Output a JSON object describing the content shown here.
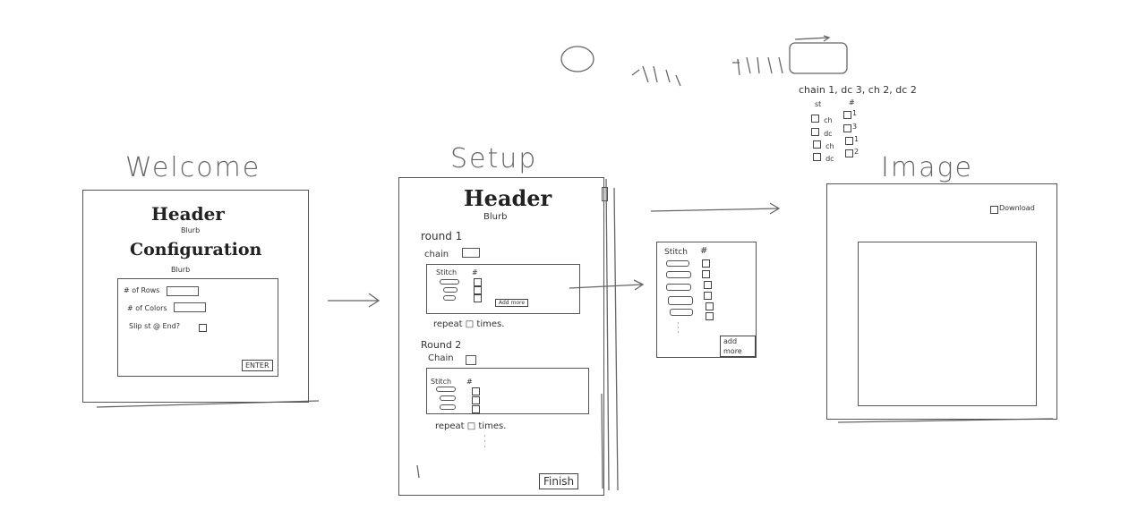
{
  "welcome": {
    "title": "Welcome",
    "header": "Header",
    "blurb1": "Blurb",
    "config": "Configuration",
    "blurb2": "Blurb",
    "rows_label": "# of Rows",
    "colors_label": "# of Colors",
    "slipst_label": "Slip st @ End?",
    "enter": "ENTER"
  },
  "setup": {
    "title": "Setup",
    "header": "Header",
    "blurb": "Blurb",
    "round1": "round 1",
    "chain1": "chain",
    "stitch1": "Stitch",
    "num1": "#",
    "add1": "Add more",
    "repeat1": "repeat □ times.",
    "round2": "Round 2",
    "chain2": "Chain",
    "stitch2": "Stitch",
    "num2": "#",
    "repeat2": "repeat □ times.",
    "finish": "Finish"
  },
  "detail": {
    "stitch": "Stitch",
    "num": "#",
    "add": "add more"
  },
  "image": {
    "title": "Image",
    "download": "Download"
  },
  "notes": {
    "pattern": "chain 1, dc 3, ch 2, dc 2",
    "col_st": "st",
    "col_num": "#",
    "rows": [
      {
        "st": "ch",
        "n": "1"
      },
      {
        "st": "dc",
        "n": "3"
      },
      {
        "st": "ch",
        "n": "1"
      },
      {
        "st": "dc",
        "n": "2"
      }
    ]
  }
}
